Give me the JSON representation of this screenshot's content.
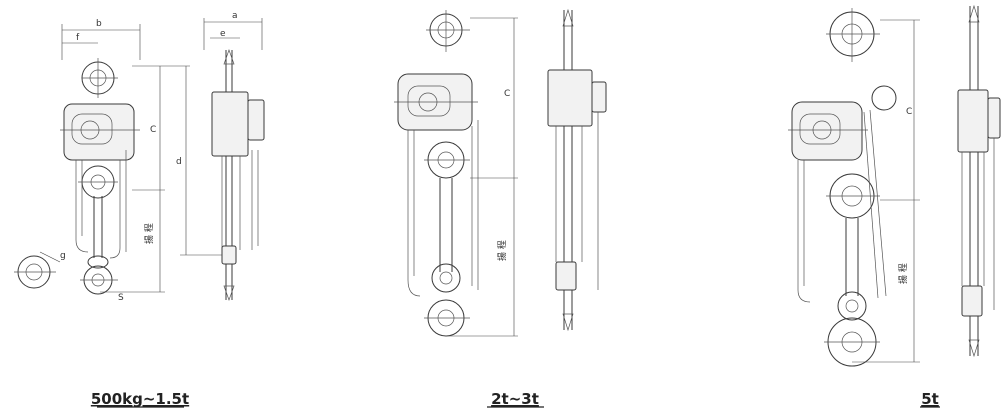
{
  "captions": {
    "left": "500kg~1.5t",
    "middle": "2t~3t",
    "right": "5t"
  },
  "dimension_labels": {
    "b": "b",
    "a": "a",
    "f": "f",
    "e": "e",
    "c": "C",
    "d": "d",
    "g": "g",
    "s": "S",
    "lift": "揚 程"
  }
}
